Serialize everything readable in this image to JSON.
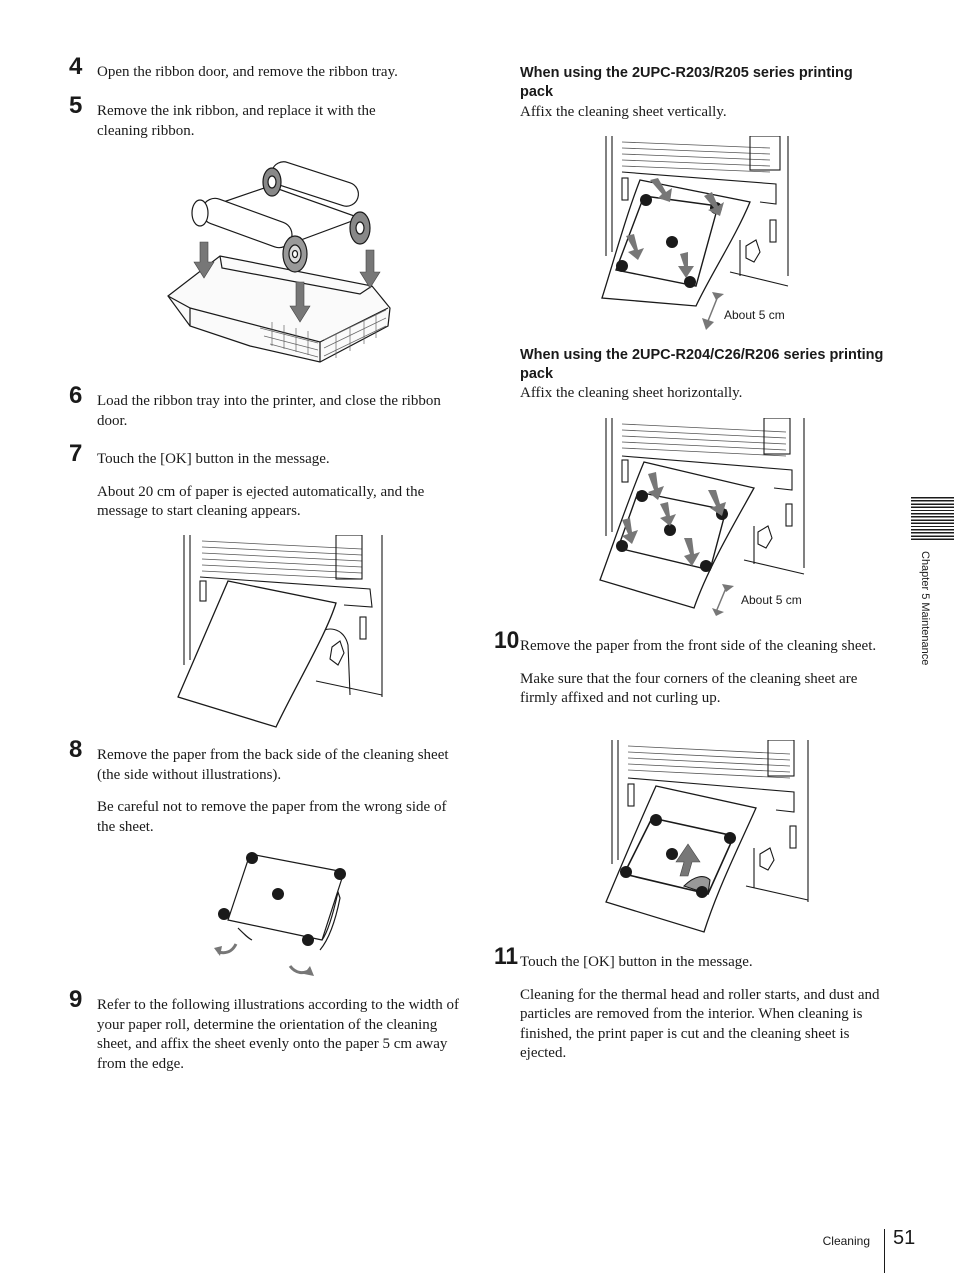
{
  "steps": {
    "s4": {
      "num": "4",
      "text": "Open the ribbon door, and remove the ribbon tray."
    },
    "s5": {
      "num": "5",
      "text": "Remove the ink ribbon, and replace it with the cleaning ribbon."
    },
    "s6": {
      "num": "6",
      "text": "Load the ribbon tray into the printer, and close the ribbon door."
    },
    "s7": {
      "num": "7",
      "text": "Touch the [OK] button in the message.",
      "note": "About 20 cm of paper is ejected automatically, and the message to start cleaning appears."
    },
    "s8": {
      "num": "8",
      "text": "Remove the paper from the back side of the cleaning sheet (the side without illustrations).",
      "note": "Be careful not to remove the paper from the wrong side of the sheet."
    },
    "s9": {
      "num": "9",
      "text": "Refer to the following illustrations according to the width of your paper roll, determine the orientation of the cleaning sheet, and affix the sheet evenly onto the paper 5 cm away from the edge."
    },
    "s10": {
      "num": "10",
      "text": "Remove the paper from the front side of the cleaning sheet.",
      "note": "Make sure that the four corners of the cleaning sheet are firmly affixed and not curling up."
    },
    "s11": {
      "num": "11",
      "text": "Touch the [OK] button in the message.",
      "note": "Cleaning for the thermal head and roller starts, and dust and particles are removed from the interior. When cleaning is finished, the print paper is cut and the cleaning sheet is ejected."
    }
  },
  "sections": {
    "vertical": {
      "title": "When using the 2UPC-R203/R205 series printing pack",
      "text": "Affix the cleaning sheet vertically.",
      "callout": "About 5 cm"
    },
    "horizontal": {
      "title": "When using the 2UPC-R204/C26/R206 series printing pack",
      "text": "Affix the cleaning sheet horizontally.",
      "callout": "About 5 cm"
    }
  },
  "sidebar": {
    "chapter": "Chapter 5  Maintenance"
  },
  "footer": {
    "section": "Cleaning",
    "page": "51"
  }
}
